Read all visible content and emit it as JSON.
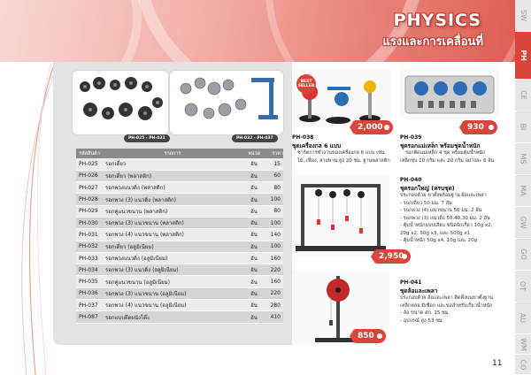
{
  "header": {
    "title_en": "PHYSICS",
    "title_th": "แรงและการเคลื่อนที่"
  },
  "tabs": [
    {
      "label": "SW",
      "active": false
    },
    {
      "label": "PH",
      "active": true
    },
    {
      "label": "CE",
      "active": false
    },
    {
      "label": "BI",
      "active": false
    },
    {
      "label": "MS",
      "active": false
    },
    {
      "label": "MA",
      "active": false
    },
    {
      "label": "GW",
      "active": false
    },
    {
      "label": "GO",
      "active": false
    },
    {
      "label": "OT",
      "active": false
    },
    {
      "label": "AU",
      "active": false
    },
    {
      "label": "WM",
      "active": false
    },
    {
      "label": "CO",
      "active": false
    }
  ],
  "image_labels": {
    "left": "PH-025 - PH-031",
    "right": "PH-032 - PH-037"
  },
  "table": {
    "headers": [
      "รหัสสินค้า",
      "รายการ",
      "หน่วย",
      "ราคา"
    ],
    "rows": [
      [
        "PH-025",
        "รอกเดี่ยว ",
        "อัน",
        "15"
      ],
      [
        "PH-026",
        "รอกเดี่ยว (พลาสติก)",
        "อัน",
        "60"
      ],
      [
        "PH-027",
        "รอกพวงแนวดิ่ง (พลาสติก)",
        "อัน",
        "80"
      ],
      [
        "PH-028",
        "รอกพวง (3) แนวดิ่ง (พลาสติก)",
        "อัน",
        "100"
      ],
      [
        "PH-029",
        "รอกคู่แนวขนาน (พลาสติก)",
        "อัน",
        "80"
      ],
      [
        "PH-030",
        "รอกพวง (3) แนวขนาน (พลาสติก)",
        "อัน",
        "100"
      ],
      [
        "PH-031",
        "รอกพวง (4) แนวขนาน (พลาสติก)",
        "อัน",
        "140"
      ],
      [
        "PH-032",
        "รอกเดี่ยว (อลูมิเนียม)",
        "อัน",
        "100"
      ],
      [
        "PH-033",
        "รอกพวงแนวดิ่ง (อลูมิเนียม)",
        "อัน",
        "160"
      ],
      [
        "PH-034",
        "รอกพวง (3) แนวดิ่ง (อลูมิเนียม)",
        "อัน",
        "220"
      ],
      [
        "PH-035",
        "รอกคู่แนวขนาน (อลูมิเนียม)",
        "อัน",
        "160"
      ],
      [
        "PH-036",
        "รอกพวง (3) แนวขนาน (อลูมิเนียม)",
        "อัน",
        "220"
      ],
      [
        "PH-037",
        "รอกพวง (4) แนวขนาน (อลูมิเนียม)",
        "อัน",
        "280"
      ],
      [
        "PH-087",
        "รอกแบบยึดผนังโต๊ะ",
        "อัน",
        "410"
      ]
    ]
  },
  "products": {
    "p038": {
      "badge": "BEST SELLER",
      "price": "2,000",
      "code": "PH-038",
      "name": "ชุดเครื่องกล 6 แบบ",
      "desc": [
        "ชาร์ตการทำงานของเครื่องกล 6 แบบ เช่น",
        "ไม้, เฟือง, สายพาน สูง 20 ซม. ฐานพลาสติก"
      ]
    },
    "p039": {
      "price": "930",
      "code": "PH-039",
      "name": "ชุดรอกแม่เหล็ก พร้อมชุดน้ำหนัก",
      "desc": [
        "รอกติดแม่เหล็ก 4 ชุด พร้อมตุ้มน้ำหนัก",
        "เหล็กชุบ 10 กรัม และ 20 กรัม อย่างละ 6 อัน"
      ]
    },
    "p040": {
      "price": "2,950",
      "code": "PH-040",
      "name": "ชุดรอกใหญ่ (ครบชุด)",
      "desc": [
        "ประกอบด้วย ขาตั้งพร้อมฐาน ผ้อและเพลา",
        "- รอกเดี่ยว 50 มม. 7 อัน",
        "- รอกพวง (4) แนวขนาน 50 มม. 2 อัน",
        "- รอกพวง (3) แนวดิ่ง 50,40,30 มม. 2 อัน",
        "- ตุ้มน้ำหนักแบบเสียบ ชนิดจักเกี่ยว 10g x2,",
        "  20g x2, 50g x3, และ 500g x1",
        "- ตุ้มน้ำหนัก 50g x4, 10g และ 20g"
      ]
    },
    "p041": {
      "price": "850",
      "code": "PH-041",
      "name": "ชุดล้อและเพลา",
      "desc": [
        "ประกอบด้วย ล้อและเพลา ติดตั้งบนขาตั้งฐาน",
        "เหล็กหล่อ มีเชือก และขอสำหรับเกี่ยวน้ำหนัก",
        "- ล้อ ขนาด ศก. 15 ซม.",
        "- อุปกรณ์ สูง 53 ซม."
      ]
    }
  },
  "page_number": "11",
  "colors": {
    "accent": "#d9453b",
    "panel_grey": "#e3e3e3",
    "table_header": "#8a8a8a"
  }
}
